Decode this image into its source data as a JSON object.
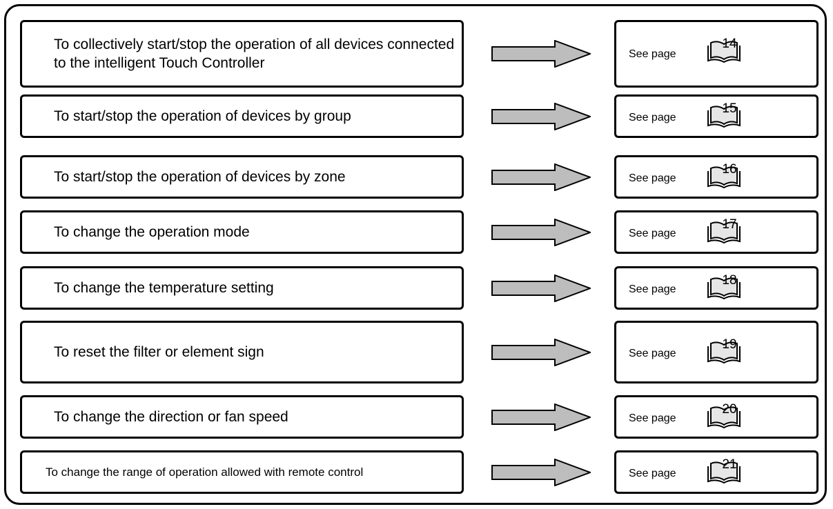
{
  "rows": [
    {
      "task": "To collectively start/stop the operation of all devices connected to the intelligent Touch Controller",
      "see_label": "See page",
      "page": "14"
    },
    {
      "task": "To start/stop the operation of devices by group",
      "see_label": "See page",
      "page": "15"
    },
    {
      "task": "To start/stop the operation of devices by zone",
      "see_label": "See page",
      "page": "16"
    },
    {
      "task": "To change the operation mode",
      "see_label": "See page",
      "page": "17"
    },
    {
      "task": "To change the temperature setting",
      "see_label": "See page",
      "page": "18"
    },
    {
      "task": "To reset the filter or element sign",
      "see_label": "See page",
      "page": "19"
    },
    {
      "task": "To change the direction or fan speed",
      "see_label": "See page",
      "page": "20"
    },
    {
      "task": "To change the range of operation allowed with remote control",
      "see_label": "See page",
      "page": "21"
    }
  ],
  "colors": {
    "arrow_fill": "#bdbdbd",
    "border": "#000000",
    "book_fill": "#e6e6e6"
  },
  "icons": {
    "arrow": "right-arrow-icon",
    "book": "open-book-icon"
  }
}
